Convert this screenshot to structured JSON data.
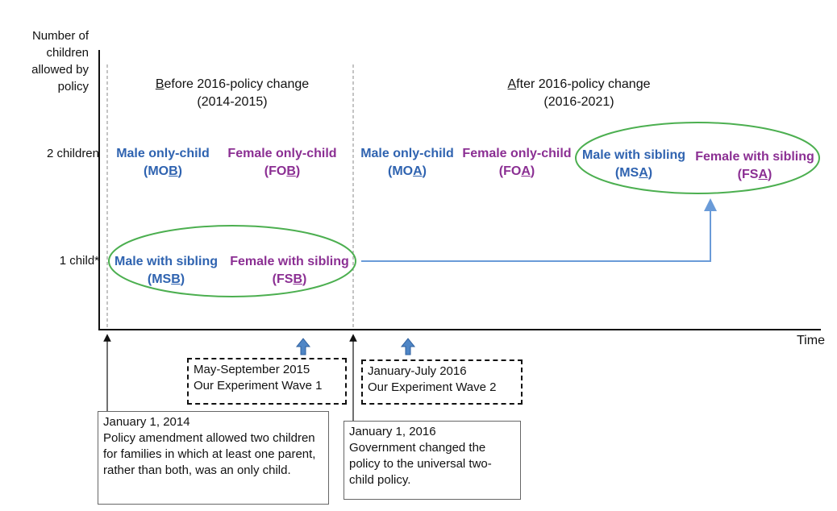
{
  "y_axis": {
    "title": "Number of children allowed by policy",
    "levels": [
      "2 children",
      "1 child*"
    ]
  },
  "x_axis": {
    "label": "Time"
  },
  "periods": {
    "before": {
      "lead": "B",
      "rest": "efore 2016-policy change",
      "years": "(2014-2015)"
    },
    "after": {
      "lead": "A",
      "rest": "fter 2016-policy change",
      "years": "(2016-2021)"
    }
  },
  "groups": {
    "mob": {
      "name": "Male only-child",
      "code_pre": "(MO",
      "code_mark": "B",
      "code_post": ")"
    },
    "fob": {
      "name": "Female only-child",
      "code_pre": "(FO",
      "code_mark": "B",
      "code_post": ")"
    },
    "msb": {
      "name": "Male with sibling",
      "code_pre": "(MS",
      "code_mark": "B",
      "code_post": ")"
    },
    "fsb": {
      "name": "Female with sibling",
      "code_pre": "(FS",
      "code_mark": "B",
      "code_post": ")"
    },
    "moa": {
      "name": "Male only-child",
      "code_pre": "(MO",
      "code_mark": "A",
      "code_post": ")"
    },
    "foa": {
      "name": "Female only-child",
      "code_pre": "(FO",
      "code_mark": "A",
      "code_post": ")"
    },
    "msa": {
      "name": "Male with sibling",
      "code_pre": "(MS",
      "code_mark": "A",
      "code_post": ")"
    },
    "fsa": {
      "name": "Female with sibling",
      "code_pre": "(FS",
      "code_mark": "A",
      "code_post": ")"
    }
  },
  "waves": {
    "wave1": {
      "line1": "May-September 2015",
      "line2": "Our Experiment Wave 1"
    },
    "wave2": {
      "line1": "January-July 2016",
      "line2": "Our Experiment Wave 2"
    }
  },
  "events": {
    "e2014": {
      "date": "January 1, 2014",
      "text": "Policy amendment allowed two children for families in which at least one parent, rather than both, was an only child."
    },
    "e2016": {
      "date": "January 1, 2016",
      "text": "Government changed the policy to the universal two-child policy."
    }
  },
  "colors": {
    "male": "#2f63b0",
    "female": "#8b2f93",
    "ellipse": "#4caf50",
    "transition_arrow": "#6a9bd8",
    "wave_arrow": "#4f86c6"
  }
}
